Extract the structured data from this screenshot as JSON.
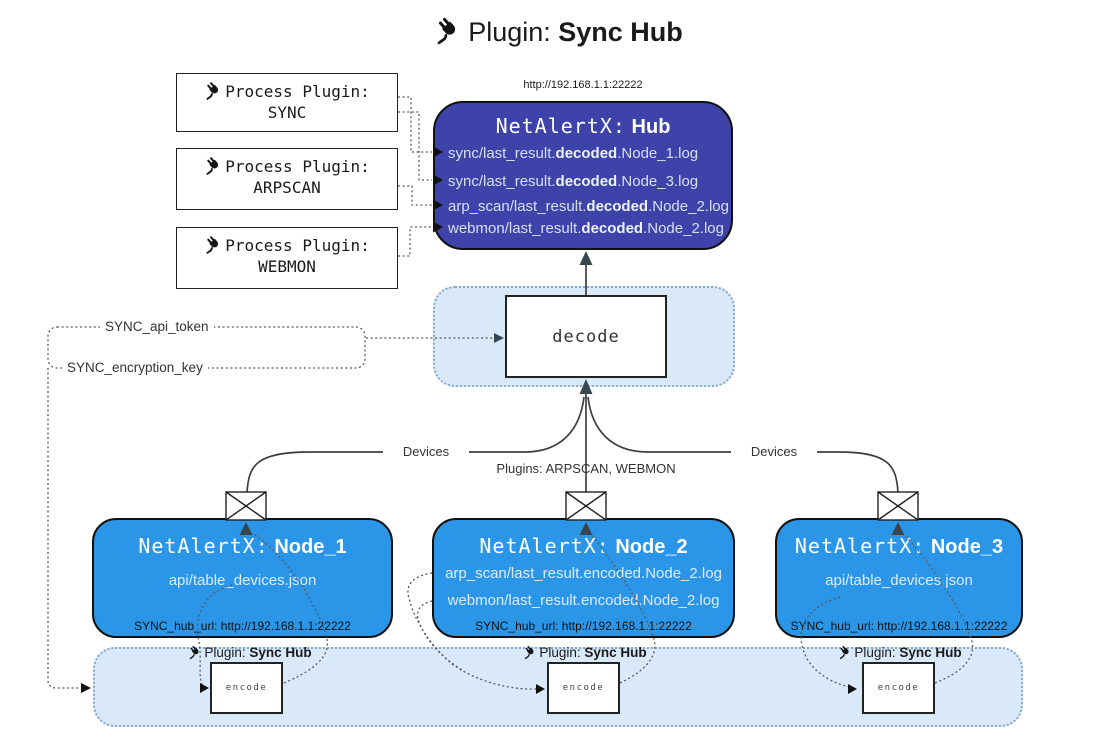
{
  "header": {
    "prefix": "Plugin:",
    "title": "Sync Hub"
  },
  "hub": {
    "url": "http://192.168.1.1:22222",
    "name_prefix": "NetAlertX:",
    "name": "Hub",
    "logs": [
      {
        "pre": "sync/last_result.",
        "bold": "decoded",
        "post": ".Node_1.log"
      },
      {
        "pre": "sync/last_result.",
        "bold": "decoded",
        "post": ".Node_3.log"
      },
      {
        "pre": "arp_scan/last_result.",
        "bold": "decoded",
        "post": ".Node_2.log"
      },
      {
        "pre": "webmon/last_result.",
        "bold": "decoded",
        "post": ".Node_2.log"
      }
    ]
  },
  "process_plugins": [
    {
      "label": "Process Plugin:",
      "name": "SYNC"
    },
    {
      "label": "Process Plugin:",
      "name": "ARPSCAN"
    },
    {
      "label": "Process Plugin:",
      "name": "WEBMON"
    }
  ],
  "decode_label": "decode",
  "settings": {
    "api_token": "SYNC_api_token",
    "encryption_key": "SYNC_encryption_key"
  },
  "edges": {
    "devices_left": "Devices",
    "plugins_mid": "Plugins: ARPSCAN, WEBMON",
    "devices_right": "Devices"
  },
  "nodes": [
    {
      "name_prefix": "NetAlertX:",
      "name": "Node_1",
      "files": [
        "api/table_devices.json"
      ],
      "hub_url": "SYNC_hub_url: http://192.168.1.1:22222"
    },
    {
      "name_prefix": "NetAlertX:",
      "name": "Node_2",
      "files": [
        "arp_scan/last_result.encoded.Node_2.log",
        "webmon/last_result.encoded.Node_2.log"
      ],
      "hub_url": "SYNC_hub_url: http://192.168.1.1:22222"
    },
    {
      "name_prefix": "NetAlertX:",
      "name": "Node_3",
      "files": [
        "api/table_devices.json"
      ],
      "hub_url": "SYNC_hub_url: http://192.168.1.1:22222"
    }
  ],
  "encoders": [
    {
      "plugin_prefix": "Plugin:",
      "plugin_name": "Sync Hub",
      "box_label": "encode"
    },
    {
      "plugin_prefix": "Plugin:",
      "plugin_name": "Sync Hub",
      "box_label": "encode"
    },
    {
      "plugin_prefix": "Plugin:",
      "plugin_name": "Sync Hub",
      "box_label": "encode"
    }
  ],
  "colors": {
    "hub_fill": "#3d43a9",
    "node_fill": "#2b96e8",
    "panel_fill": "#d9e9f9",
    "panel_border": "#86a9c9",
    "line": "#3f3f3f",
    "hub_text": "#d9dff3",
    "node_text": "#dcebfa"
  }
}
